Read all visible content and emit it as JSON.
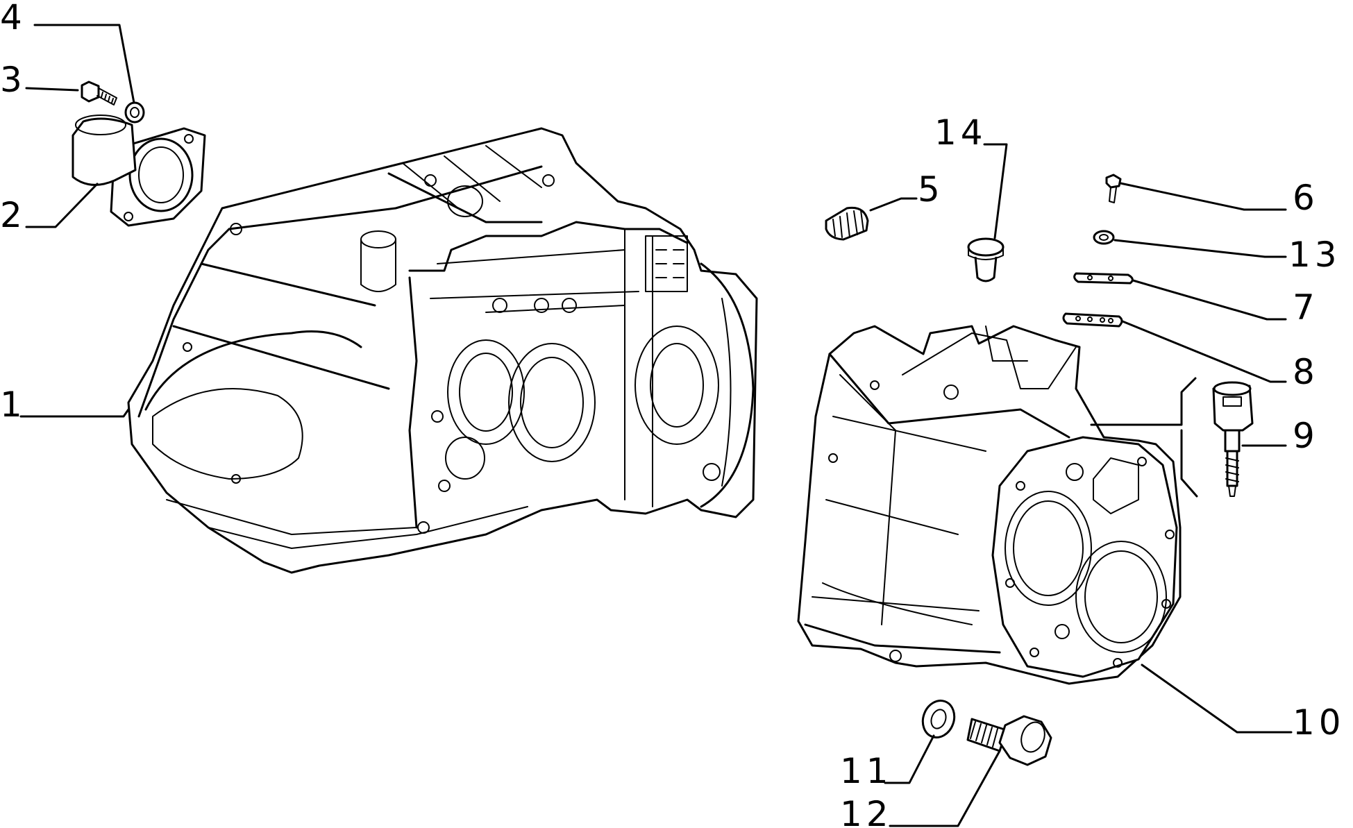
{
  "labels": {
    "l1": "1",
    "l2": "2",
    "l3": "3",
    "l4": "4",
    "l5": "5",
    "l6": "6",
    "l7": "7",
    "l8": "8",
    "l9": "9",
    "l10": "10",
    "l11": "11",
    "l12": "12",
    "l13": "13",
    "l14": "14"
  },
  "colors": {
    "ink": "#000000",
    "paper": "#ffffff"
  }
}
